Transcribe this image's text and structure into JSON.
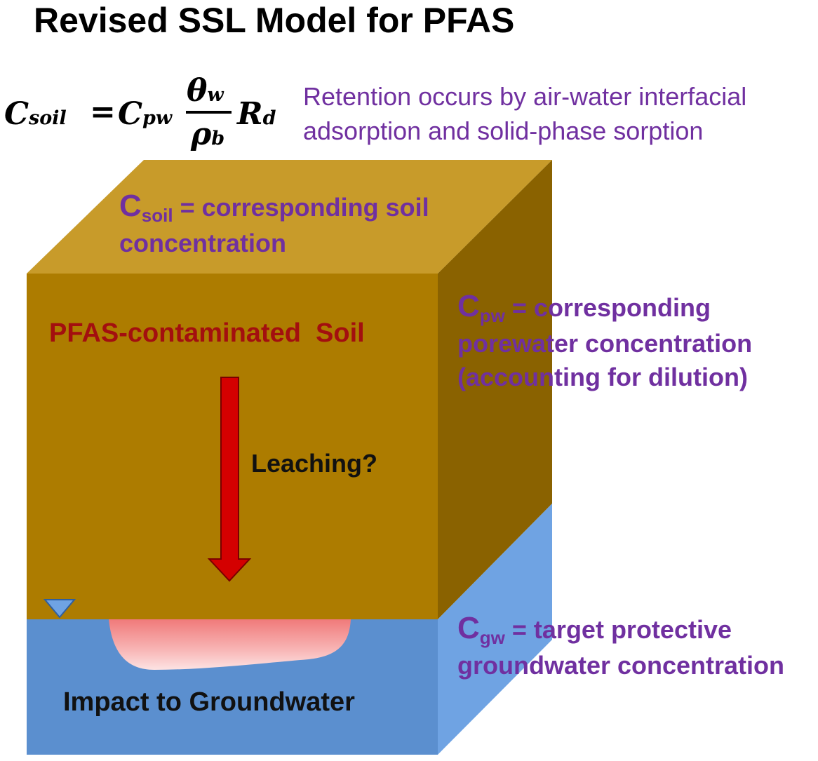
{
  "title": "Revised SSL Model for PFAS",
  "equation": {
    "lhs": "C",
    "lhs_sub": "soil",
    "equals": "=",
    "c_pw": "C",
    "c_pw_sub": "pw",
    "theta": "θ",
    "theta_sub": "w",
    "rho": "ρ",
    "rho_sub": "b",
    "r": "R",
    "r_sub": "d"
  },
  "retention_note": {
    "line1": "Retention occurs by air-water interfacial",
    "line2": "adsorption and solid-phase sorption"
  },
  "c_soil_note": {
    "symbol": "C",
    "sub": "soil",
    "line1_rest": " = corresponding soil",
    "line2": "concentration"
  },
  "c_pw_note": {
    "symbol": "C",
    "sub": "pw",
    "line1_rest": " = corresponding",
    "line2": "porewater concentration",
    "line3": "(accounting for dilution)"
  },
  "c_gw_note": {
    "symbol": "C",
    "sub": "gw",
    "line1_rest": " = target protective",
    "line2": "groundwater concentration"
  },
  "soil_label": "PFAS-contaminated  Soil",
  "leaching_label": "Leaching?",
  "groundwater_label": "Impact to Groundwater",
  "colors": {
    "soil_top": "#c89b2a",
    "soil_front": "#ad7c00",
    "soil_side": "#8a6200",
    "water_front": "#5b8fcf",
    "water_side": "#6fa3e3",
    "arrow": "#d40000",
    "plume": "#f5a0a0",
    "annotation": "#7030a0",
    "pfas_label": "#a30f0f"
  }
}
